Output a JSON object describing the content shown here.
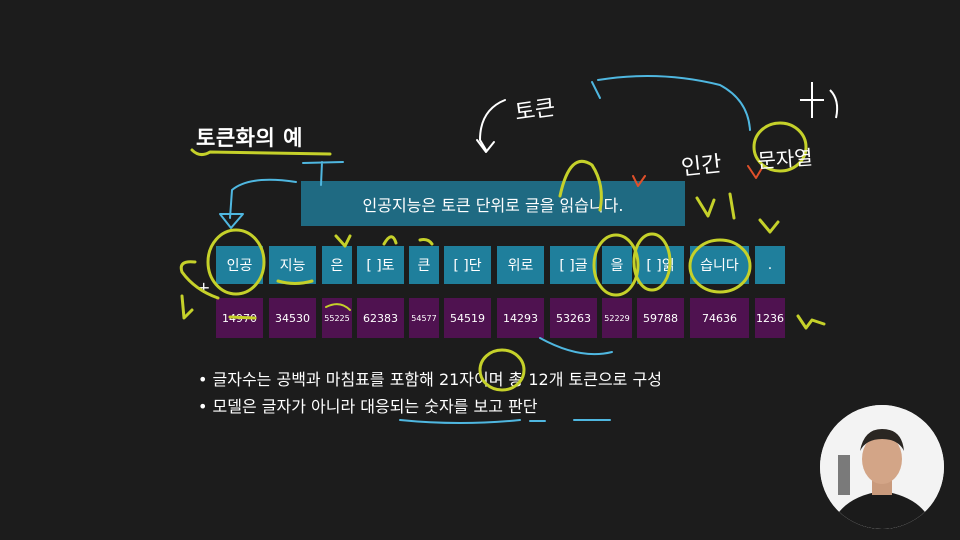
{
  "slide": {
    "title": "토큰화의 예",
    "sentence": "인공지능은 토큰 단위로 글을 읽습니다.",
    "tokens": [
      "인공",
      "지능",
      "은",
      "[ ]토",
      "큰",
      "[ ]단",
      "위로",
      "[ ]글",
      "을",
      "[ ]읽",
      "습니다",
      "."
    ],
    "token_ids": [
      "14970",
      "34530",
      "55225",
      "62383",
      "54577",
      "54519",
      "14293",
      "53263",
      "52229",
      "59788",
      "74636",
      "1236"
    ],
    "bullets": [
      "• 글자수는 공백과 마침표를 포함해 21자이며 총 12개 토큰으로 구성",
      "• 모델은 글자가 아니라 대응되는 숫자를 보고 판단"
    ],
    "plus_mark": "+"
  },
  "handwriting": [
    "토큰",
    "인간",
    "문자열"
  ],
  "colors": {
    "background": "#1c1c1c",
    "sentence_box": "#1f6a82",
    "token_box": "#1f7f9c",
    "id_box": "#4f1250",
    "ink_green": "#c5d12a",
    "ink_blue": "#4fb7e0",
    "ink_red": "#e0502a"
  },
  "webcam": {
    "icon": "presenter-avatar"
  }
}
